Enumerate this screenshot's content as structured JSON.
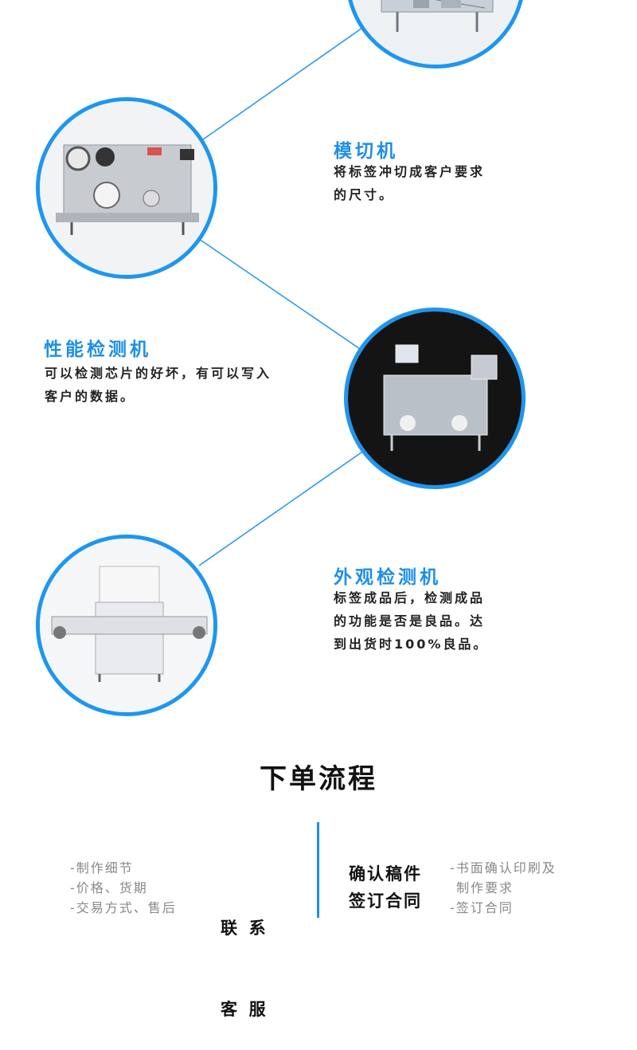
{
  "features": [
    {
      "title": "模切机",
      "desc": [
        "将标签冲切成客户要求",
        "的尺寸。"
      ]
    },
    {
      "title": "性能检测机",
      "desc": [
        "可以检测芯片的好坏，有可以写入",
        "客户的数据。"
      ]
    },
    {
      "title": "外观检测机",
      "desc": [
        "标签成品后，检测成品",
        "的功能是否是良品。达",
        "到出货时100%良品。"
      ]
    }
  ],
  "order_flow": {
    "title": "下单流程",
    "left_notes": [
      "-制作细节",
      "-价格、货期",
      "-交易方式、售后"
    ],
    "left_step": [
      "联  系",
      "客  服"
    ],
    "right_step": [
      "确认稿件",
      "签订合同"
    ],
    "right_notes": [
      "-书面确认印刷及",
      "制作要求",
      "-签订合同"
    ]
  },
  "colors": {
    "accent": "#1e96f0",
    "text": "#222222",
    "muted": "#888888"
  }
}
